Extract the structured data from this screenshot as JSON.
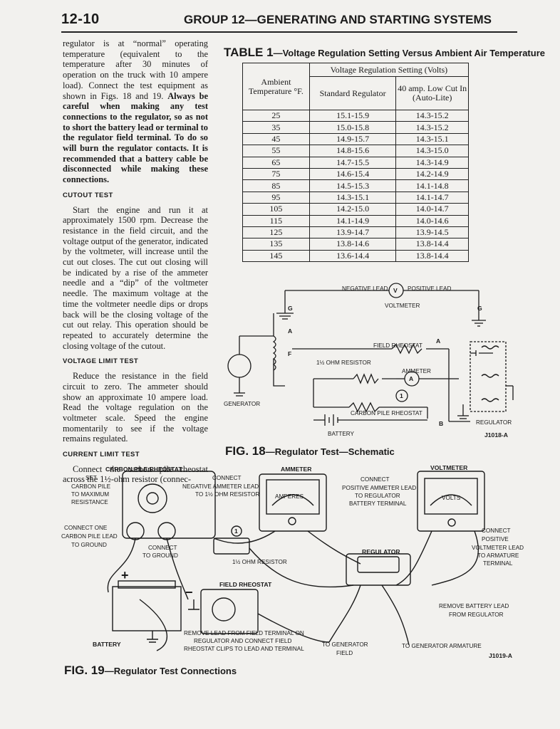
{
  "header": {
    "page_number": "12-10",
    "group_title": "GROUP 12—GENERATING AND STARTING SYSTEMS"
  },
  "left_column": {
    "p1": "regulator is at “normal” operating temperature (equivalent to the temperature after 30 minutes of operation on the truck with 10 ampere load). Connect the test equipment as shown in Figs. 18 and 19.",
    "p1_bold": "Always be careful when making any test connections to the regulator, so as not to short the battery lead or terminal to the regulator field terminal. To do so will burn the regulator contacts. It is recommended that a battery cable be disconnected while making these connections.",
    "cutout_heading": "CUTOUT TEST",
    "cutout_text": "Start the engine and run it at approximately 1500 rpm. Decrease the resistance in the field circuit, and the voltage output of the generator, indicated by the voltmeter, will increase until the cut out closes. The cut out closing will be indicated by a rise of the ammeter needle and a “dip” of the voltmeter needle. The maximum voltage at the time the voltmeter needle dips or drops back will be the closing voltage of the cut out relay. This operation should be repeated to accurately determine the closing voltage of the cutout.",
    "voltage_heading": "VOLTAGE LIMIT TEST",
    "voltage_text": "Reduce the resistance in the field circuit to zero. The ammeter should show an approximate 10 ampere load. Read the voltage regulation on the voltmeter scale. Speed the engine momentarily to see if the voltage remains regulated.",
    "current_heading": "CURRENT LIMIT TEST",
    "current_text": "Connect the carbon pile rheostat across the 1½-ohm resistor (connec-"
  },
  "table": {
    "title_main": "TABLE 1",
    "title_sub": "—Voltage Regulation Setting Versus Ambient Air Temperature",
    "group_header": "Voltage Regulation Setting (Volts)",
    "col_ambient": "Ambient Temperature °F.",
    "col_standard": "Standard Regulator",
    "col_40amp": "40 amp. Low Cut In (Auto-Lite)",
    "rows": [
      {
        "temp": "25",
        "std": "15.1-15.9",
        "amp40": "14.3-15.2"
      },
      {
        "temp": "35",
        "std": "15.0-15.8",
        "amp40": "14.3-15.2"
      },
      {
        "temp": "45",
        "std": "14.9-15.7",
        "amp40": "14.3-15.1"
      },
      {
        "temp": "55",
        "std": "14.8-15.6",
        "amp40": "14.3-15.0"
      },
      {
        "temp": "65",
        "std": "14.7-15.5",
        "amp40": "14.3-14.9"
      },
      {
        "temp": "75",
        "std": "14.6-15.4",
        "amp40": "14.2-14.9"
      },
      {
        "temp": "85",
        "std": "14.5-15.3",
        "amp40": "14.1-14.8"
      },
      {
        "temp": "95",
        "std": "14.3-15.1",
        "amp40": "14.1-14.7"
      },
      {
        "temp": "105",
        "std": "14.2-15.0",
        "amp40": "14.0-14.7"
      },
      {
        "temp": "115",
        "std": "14.1-14.9",
        "amp40": "14.0-14.6"
      },
      {
        "temp": "125",
        "std": "13.9-14.7",
        "amp40": "13.9-14.5"
      },
      {
        "temp": "135",
        "std": "13.8-14.6",
        "amp40": "13.8-14.4"
      },
      {
        "temp": "145",
        "std": "13.6-14.4",
        "amp40": "13.8-14.4"
      }
    ]
  },
  "fig18": {
    "caption_main": "FIG. 18",
    "caption_sub": "—Regulator Test—Schematic",
    "code": "J1018-A",
    "labels": {
      "negative_lead": "NEGATIVE LEAD",
      "positive_lead": "POSITIVE LEAD",
      "v": "V",
      "voltmeter": "VOLTMETER",
      "g_left": "G",
      "g_right": "G",
      "a_left": "A",
      "a_right": "A",
      "f": "F",
      "field_rheostat": "FIELD RHEOSTAT",
      "ohm_resistor": "1½ OHM RESISTOR",
      "ammeter": "AMMETER",
      "a_meter": "A",
      "one": "1",
      "carbon_pile_rheostat": "CARBON PILE RHEOSTAT",
      "generator": "GENERATOR",
      "battery": "BATTERY",
      "b": "B",
      "regulator": "REGULATOR"
    }
  },
  "fig19": {
    "caption_main": "FIG. 19",
    "caption_sub": "—Regulator Test Connections",
    "code": "J1019-A",
    "labels": {
      "carbon_pile_rheostat": "CARBON PILE RHEOSTAT",
      "ammeter": "AMMETER",
      "voltmeter": "VOLTMETER",
      "set_carbon": [
        "SET",
        "CARBON PILE",
        "TO MAXIMUM",
        "RESISTANCE"
      ],
      "connect_amm": [
        "CONNECT",
        "NEGATIVE AMMETER LEAD",
        "TO 1½ OHM RESISTOR"
      ],
      "connect_pos": [
        "CONNECT",
        "POSITIVE AMMETER LEAD",
        "TO REGULATOR",
        "BATTERY TERMINAL"
      ],
      "amperes": "AMPERES",
      "volts": "VOLTS",
      "connect_one": [
        "CONNECT ONE",
        "CARBON PILE LEAD",
        "TO GROUND"
      ],
      "connect_ground": [
        "CONNECT",
        "TO GROUND"
      ],
      "one": "1",
      "ohm_resistor": "1½ OHM RESISTOR",
      "regulator": "REGULATOR",
      "connect_volt": [
        "CONNECT",
        "POSITIVE",
        "VOLTMETER LEAD",
        "TO ARMATURE",
        "TERMINAL"
      ],
      "field_rheostat": "FIELD RHEOSTAT",
      "remove_battery": [
        "REMOVE BATTERY LEAD",
        "FROM REGULATOR"
      ],
      "remove_field": [
        "REMOVE LEAD FROM FIELD TERMINAL ON",
        "REGULATOR AND CONNECT FIELD",
        "RHEOSTAT CLIPS TO LEAD AND TERMINAL"
      ],
      "to_gen_field": [
        "TO GENERATOR",
        "FIELD"
      ],
      "to_gen_arm": "TO GENERATOR ARMATURE",
      "battery": "BATTERY",
      "plus": "+",
      "minus": "−"
    }
  }
}
